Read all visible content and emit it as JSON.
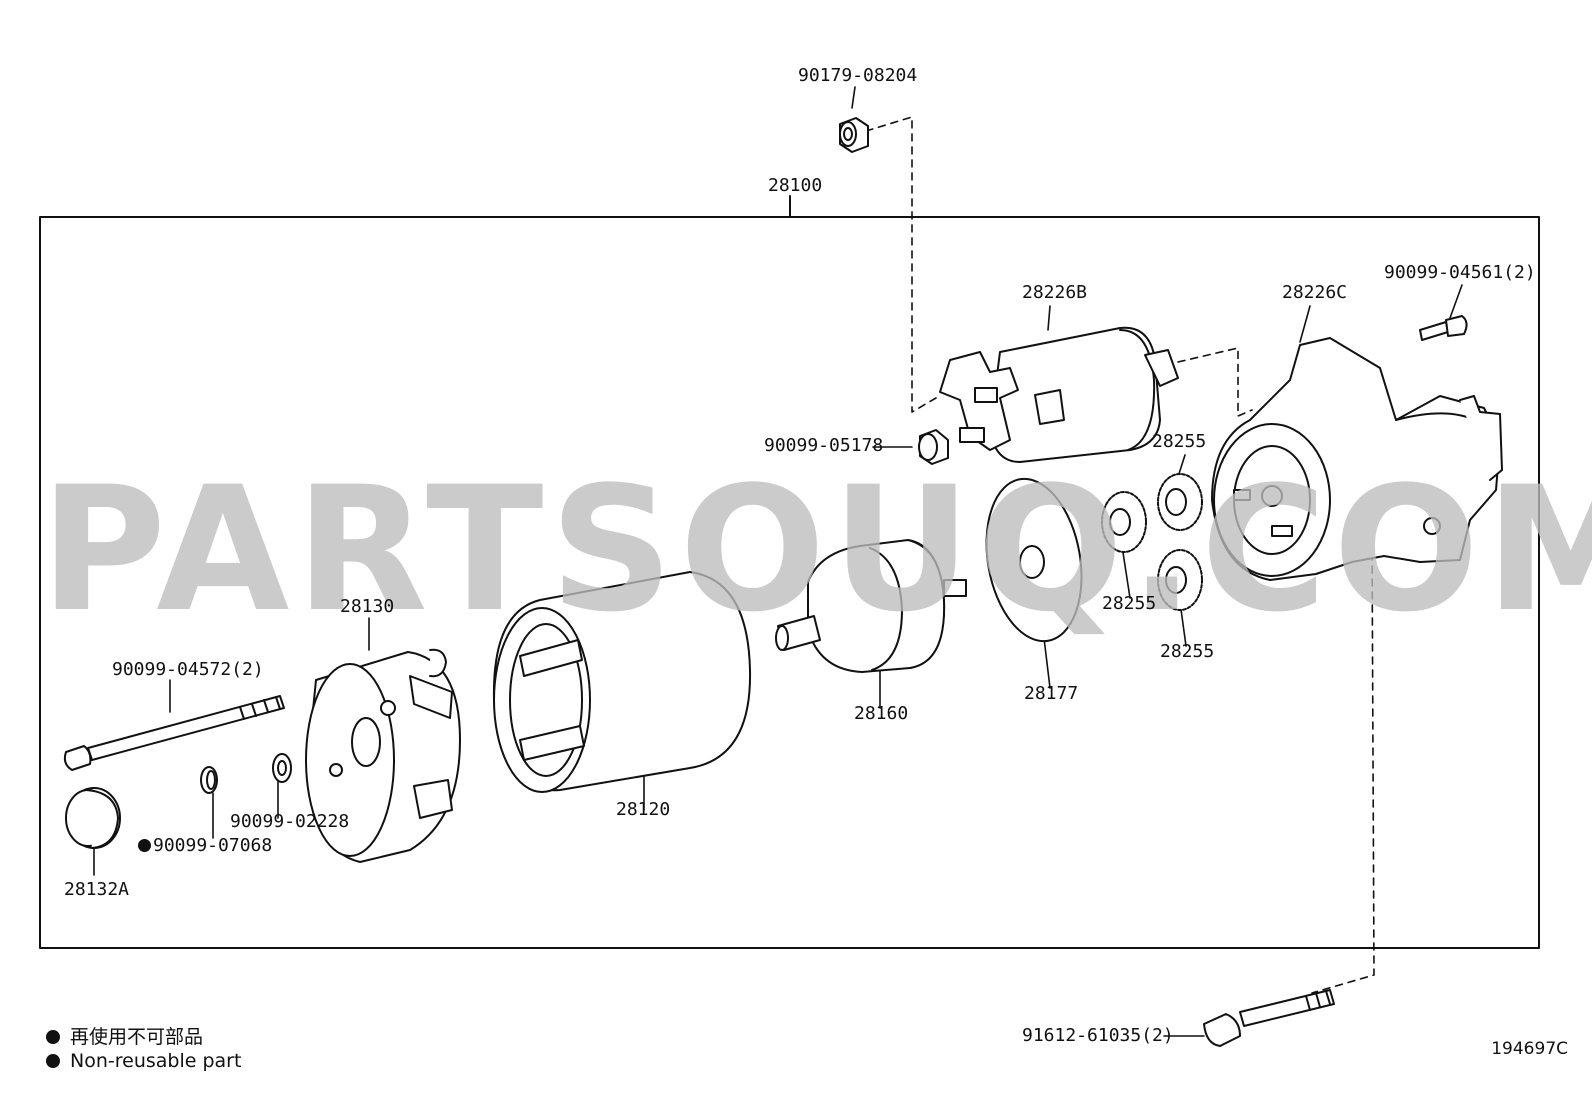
{
  "diagram": {
    "assembly_label": "28100",
    "watermark": "PARTSOUQ.COM",
    "drawing_code": "194697C",
    "parts": {
      "nut_top": "90179-08204",
      "solenoid": "28226B",
      "housing": "28226C",
      "screw_top_right": "90099-04561(2)",
      "nut_solenoid": "90099-05178",
      "gear_a": "28255",
      "gear_b": "28255",
      "gear_c": "28255",
      "brush_holder": "28130",
      "yoke": "28120",
      "armature": "28160",
      "plate": "28177",
      "through_bolt": "90099-04572(2)",
      "washer": "90099-02228",
      "oring": "90099-07068",
      "cap": "28132A",
      "bolt_bottom": "91612-61035(2)"
    },
    "legend": {
      "jp": "再使用不可部品",
      "en": "Non-reusable part"
    }
  }
}
